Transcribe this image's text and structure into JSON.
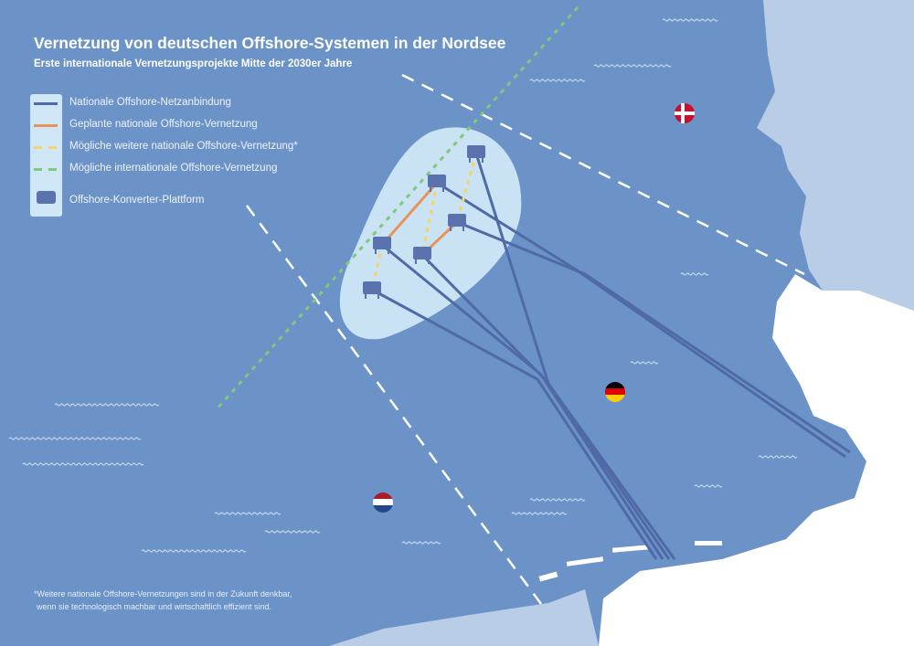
{
  "title": "Vernetzung von deutschen Offshore-Systemen in der Nordsee",
  "subtitle": "Erste internationale Vernetzungsprojekte Mitte der 2030er Jahre",
  "legend": [
    {
      "label": "Nationale Offshore-Netzanbindung",
      "color": "#4f6aa6"
    },
    {
      "label": "Geplante nationale Offshore-Vernetzung",
      "color": "#e8935a"
    },
    {
      "label": "Mögliche weitere nationale Offshore-Vernetzung*",
      "color": "#f5d56a"
    },
    {
      "label": "Mögliche internationale Offshore-Vernetzung",
      "color": "#7ec97a"
    },
    {
      "label": "Offshore-Konverter-Plattform",
      "color": "#5a72ad"
    }
  ],
  "footnote": [
    "*Weitere nationale Offshore-Vernetzungen sind in der Zukunft denkbar,",
    "wenn sie technologisch machbar und wirtschaftlich effizient sind."
  ],
  "flags": [
    "denmark-flag",
    "germany-flag",
    "netherlands-flag"
  ],
  "colors": {
    "sea": "#6b93c8",
    "land": "#ffffff",
    "neighbour_land": "#b9cde6",
    "zone": "#cfe6f7"
  }
}
